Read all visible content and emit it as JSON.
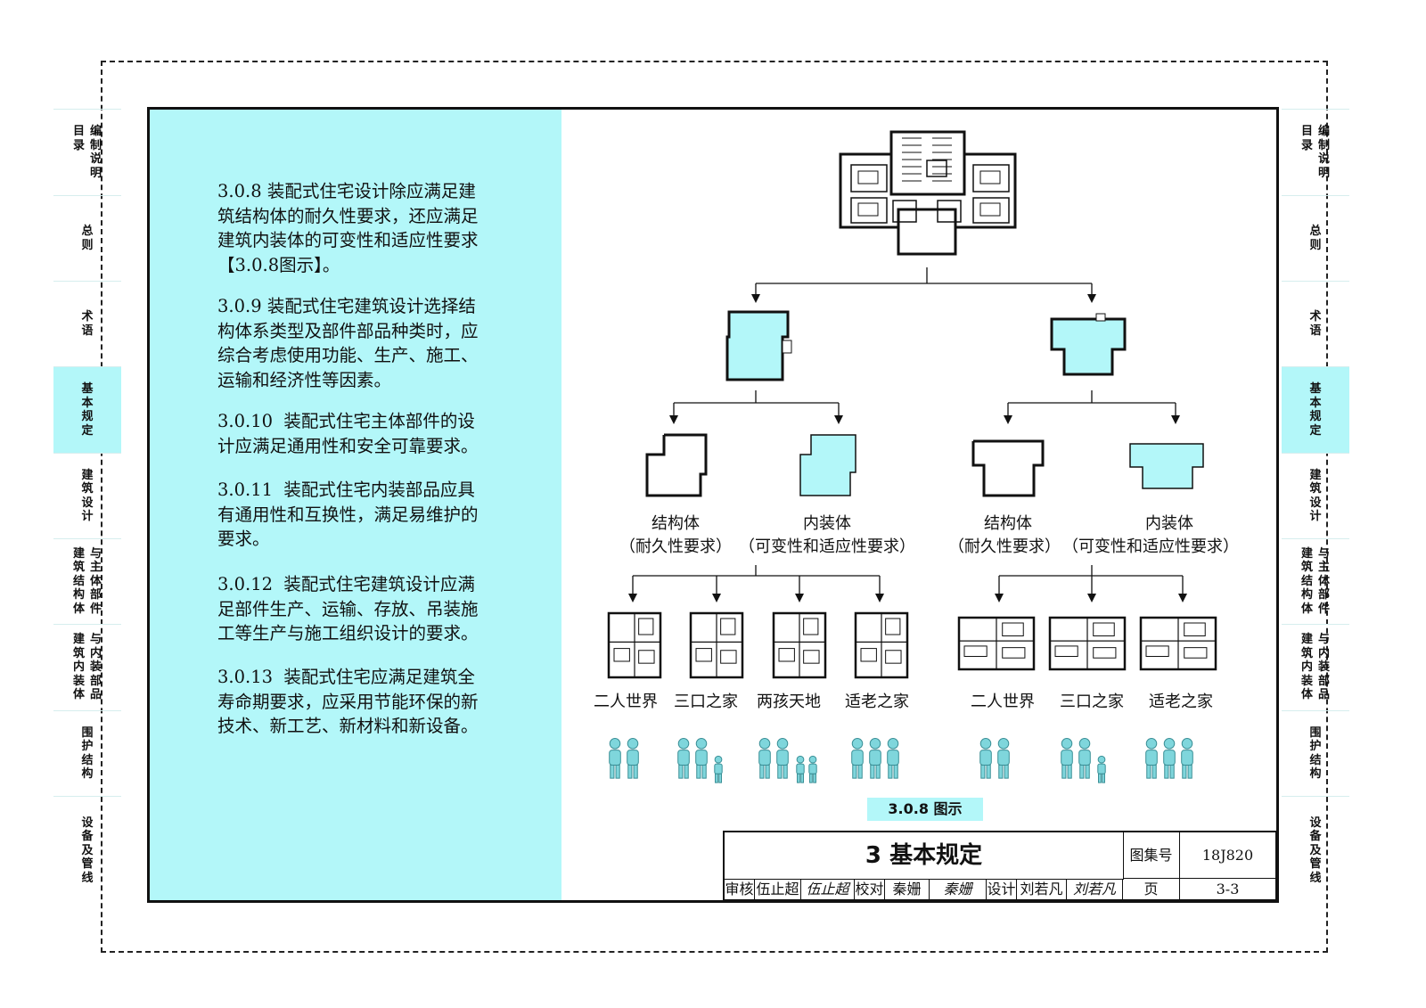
{
  "nav": {
    "tabs": [
      {
        "cols": [
          [
            "编",
            "制",
            "说",
            "明"
          ],
          [
            "目",
            "录"
          ]
        ],
        "active": false
      },
      {
        "cols": [
          [
            "总",
            "则"
          ]
        ],
        "active": false
      },
      {
        "cols": [
          [
            "术",
            "语"
          ]
        ],
        "active": false
      },
      {
        "cols": [
          [
            "基",
            "本",
            "规",
            "定"
          ]
        ],
        "active": true
      },
      {
        "cols": [
          [
            "建",
            "筑",
            "设",
            "计"
          ]
        ],
        "active": false
      },
      {
        "cols": [
          [
            "与",
            "主",
            "体",
            "部",
            "件"
          ],
          [
            "建",
            "筑",
            "结",
            "构",
            "体"
          ]
        ],
        "active": false
      },
      {
        "cols": [
          [
            "与",
            "内",
            "装",
            "部",
            "品"
          ],
          [
            "建",
            "筑",
            "内",
            "装",
            "体"
          ]
        ],
        "active": false
      },
      {
        "cols": [
          [
            "围",
            "护",
            "结",
            "构"
          ]
        ],
        "active": false
      },
      {
        "cols": [
          [
            "设",
            "备",
            "及",
            "管",
            "线"
          ]
        ],
        "active": false
      }
    ]
  },
  "clauses": [
    "3.0.8 装配式住宅设计除应满足建\n筑结构体的耐久性要求，还应满足\n建筑内装体的可变性和适应性要求\n【3.0.8图示】。",
    "3.0.9 装配式住宅建筑设计选择结\n构体系类型及部件部品种类时，应\n综合考虑使用功能、生产、施工、\n运输和经济性等因素。",
    "3.0.10  装配式住宅主体部件的设\n计应满足通用性和安全可靠要求。",
    "3.0.11  装配式住宅内装部品应具\n有通用性和互换性，满足易维护的\n要求。",
    "3.0.12  装配式住宅建筑设计应满\n足部件生产、运输、存放、吊装施\n工等生产与施工组织设计的要求。",
    "3.0.13  装配式住宅应满足建筑全\n寿命期要求，应采用节能环保的新\n技术、新工艺、新材料和新设备。"
  ],
  "figure": {
    "left_labels": {
      "structure": "结构体",
      "structure_req": "（耐久性要求）",
      "infill": "内装体",
      "infill_req": "（可变性和适应性要求）"
    },
    "right_labels": {
      "structure": "结构体",
      "structure_req": "（耐久性要求）",
      "infill": "内装体",
      "infill_req": "（可变性和适应性要求）"
    },
    "left_units": [
      "二人世界",
      "三口之家",
      "两孩天地",
      "适老之家"
    ],
    "right_units": [
      "二人世界",
      "三口之家",
      "适老之家"
    ],
    "caption": "3.0.8 图示"
  },
  "colors": {
    "accent": "#b3f7f9",
    "line": "#111111",
    "people": "#7fd6dc"
  },
  "title_block": {
    "title": "3 基本规定",
    "atlas_label": "图集号",
    "atlas_value": "18J820",
    "review_label": "审核",
    "review_name": "伍止超",
    "review_sign": "伍止超",
    "check_label": "校对",
    "check_name": "秦姗",
    "check_sign": "秦姗",
    "design_label": "设计",
    "design_name": "刘若凡",
    "design_sign": "刘若凡",
    "page_label": "页",
    "page_value": "3-3"
  }
}
